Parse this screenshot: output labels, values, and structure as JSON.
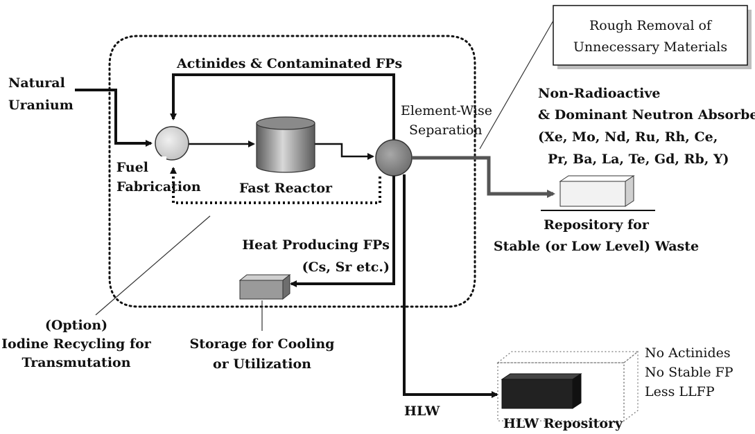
{
  "labels": {
    "natural_uranium_1": "Natural",
    "natural_uranium_2": "Uranium",
    "actinides_fps": "Actinides & Contaminated FPs",
    "fuel_fab_1": "Fuel",
    "fuel_fab_2": "Fabrication",
    "fast_reactor": "Fast Reactor",
    "separation_1": "Element-Wise",
    "separation_2": "Separation",
    "rough_removal_1": "Rough Removal of",
    "rough_removal_2": "Unnecessary Materials",
    "non_radioactive_1": "Non-Radioactive",
    "non_radioactive_2": "& Dominant Neutron Absorbers",
    "non_radioactive_3": "(Xe, Mo, Nd, Ru, Rh, Ce,",
    "non_radioactive_4": "Pr, Ba, La, Te, Gd, Rb, Y)",
    "repository_stable_1": "Repository for",
    "repository_stable_2": "Stable (or Low Level) Waste",
    "heat_fps_1": "Heat Producing FPs",
    "heat_fps_2": "(Cs, Sr etc.)",
    "iodine_1": "(Option)",
    "iodine_2": "Iodine Recycling for",
    "iodine_3": "Transmutation",
    "storage_1": "Storage for Cooling",
    "storage_2": "or Utilization",
    "hlw": "HLW",
    "hlw_repository": "HLW Repository",
    "hlw_notes_1": "No Actinides",
    "hlw_notes_2": "No Stable FP",
    "hlw_notes_3": "Less LLFP"
  },
  "colors": {
    "line": "#111111",
    "gray_arrow": "#555555",
    "fab_circle": "#dcdcdc",
    "sep_circle": "#8a8a8a",
    "reactor_dark": "#6e6e6e",
    "reactor_light": "#e6e6e6",
    "storage_box": "#9a9a9a",
    "hlw_box": "#222222",
    "stable_box": "#f2f2f2"
  }
}
